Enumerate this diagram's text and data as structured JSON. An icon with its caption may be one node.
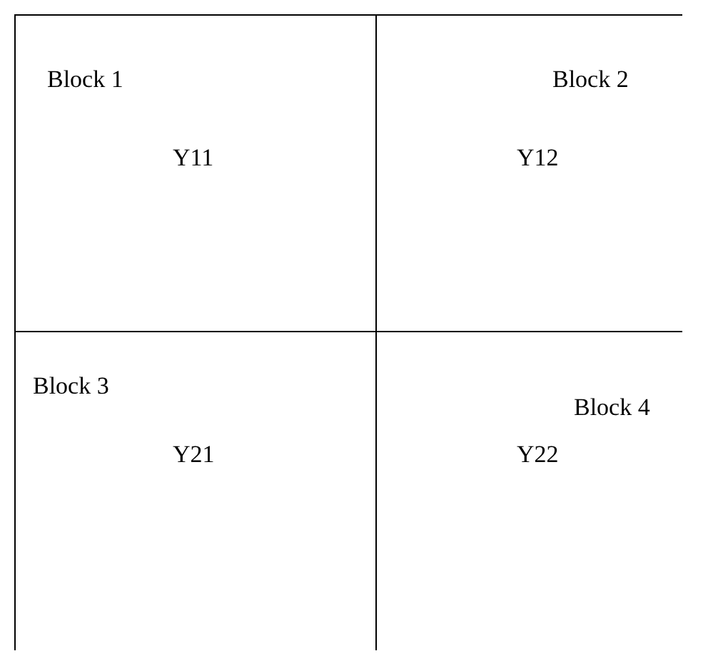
{
  "diagram": {
    "nodes": [
      {
        "text": [
          "Block 1",
          "Y11"
        ]
      },
      {
        "text": [
          "Block 2",
          "Y12"
        ]
      },
      {
        "text": [
          "Block 3",
          "Y21"
        ]
      },
      {
        "text": [
          "Block 4",
          "Y22"
        ]
      }
    ]
  }
}
